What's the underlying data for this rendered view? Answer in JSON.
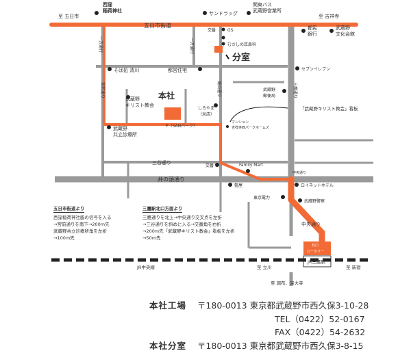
{
  "map": {
    "roads": {
      "itsukaichi_kaido": "五日市街道",
      "to_itsukaichi": "至 五日市",
      "to_kichijoji": "至 吉祥寺",
      "ippo_tsuko_1": "一方通行",
      "ippo_tsuko_2": "一方通行",
      "miyamae_dori": "宮前通り",
      "joyama_dori": "城山通り",
      "mitaka_dori": "三鷹通り",
      "mitaka_dori_2": "三谷通り",
      "inokashira_dori": "井の頭通り",
      "chuo_dori": "中央通り",
      "chuo_dori_tag": "中央通り",
      "p_sanpark": "P（SANパーク）",
      "jr_chuo_line": "JR中央線",
      "to_tachikawa": "至 立川",
      "to_shinjuku": "至 新宿",
      "to_chofu": "至 調布、深大寺",
      "kitaguchi_rotary_1": "北口",
      "kitaguchi_rotary_2": "ロータリー",
      "jr_mitaka_station": "JR三鷹駅"
    },
    "landmarks": {
      "nishikubo_shrine": "西窪\n稲荷神社",
      "nishikubo_shrine_1": "西窪",
      "nishikubo_shrine_2": "稲荷神社",
      "sundrug": "サンドラッグ",
      "kanto_bus_1": "関東バス",
      "kanto_bus_2": "武蔵野営業所",
      "koban_1": "交番",
      "gs": "GS",
      "musashi_clinic": "むさしの耳鼻科",
      "tomin_bank_1": "都民",
      "tomin_bank_2": "銀行",
      "musashino_bunka_1": "武蔵野",
      "musashino_bunka_2": "文化会館",
      "sobadokoro": "そば処 清川",
      "toeijutaku": "都営住宅",
      "seven_eleven": "セブンイレブン",
      "honsha": "本社",
      "bunshitsu": "分室",
      "musashino_church_1": "武蔵野",
      "musashino_church_2": "キリスト教会",
      "shiroyama_1": "しろやま",
      "shiroyama_2": "（米店）",
      "post_office_1": "武蔵野",
      "post_office_2": "郵便局",
      "church_sign": "「武蔵野キリスト教会」看板",
      "mansion": "マンション",
      "kichijoji_park_homes": "吉祥寺西パークホームズ",
      "musashino_clinic_1": "武蔵野",
      "musashino_clinic_2": "共立診療所",
      "koban_2": "交番",
      "family_mart": "Family Mart",
      "chuo_dori_small": "中央通り",
      "lawson": "藍屋",
      "roinet_hotel": "ロイネットホテル",
      "tokyo_denryoku": "東京電力",
      "musashino_police": "武蔵野警察"
    },
    "legend_left": {
      "heading": "五日市街道より",
      "lines": [
        "西窪稲荷神社脇の信号を入る",
        "→宮前通りを南下→200m先",
        "武蔵野共立診療所角を左折",
        "→100m先"
      ]
    },
    "legend_right": {
      "heading": "三鷹駅北口方面より",
      "lines": [
        "三鷹通りを北上→中央通り交叉点を左折",
        "→三谷通りを斜めに入る→交番角を右折",
        "→200m先「武蔵野キリスト教会」看板を左折",
        "→50m先"
      ]
    }
  },
  "address": {
    "factory_label": "本社工場",
    "factory_addr": "〒180-0013  東京都武蔵野市西久保3-10-28",
    "tel": "TEL（0422）52-0167",
    "fax": "FAX（0422）54-2632",
    "branch_label": "本社分室",
    "branch_addr": "〒180-0013  東京都武蔵野市西久保3-8-15"
  },
  "colors": {
    "accent": "#f26b36",
    "road": "#9a9a9a",
    "rail": "#222222"
  }
}
